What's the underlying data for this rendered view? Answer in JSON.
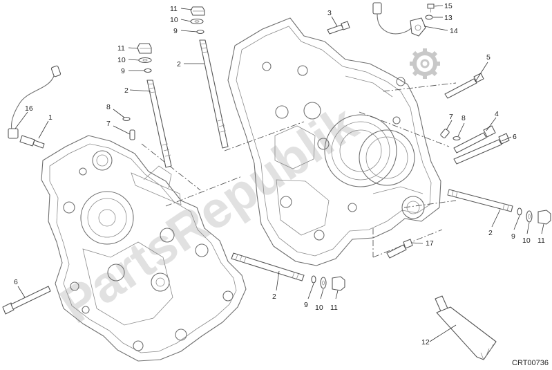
{
  "diagram_code": "CRT00736",
  "watermark": "PartsRepublik",
  "callouts": [
    {
      "id": "c-11-top",
      "text": "11"
    },
    {
      "id": "c-10-top",
      "text": "10"
    },
    {
      "id": "c-9-top",
      "text": "9"
    },
    {
      "id": "c-11-mid",
      "text": "11"
    },
    {
      "id": "c-10-mid",
      "text": "10"
    },
    {
      "id": "c-9-mid",
      "text": "9"
    },
    {
      "id": "c-2-a",
      "text": "2"
    },
    {
      "id": "c-2-b",
      "text": "2"
    },
    {
      "id": "c-3",
      "text": "3"
    },
    {
      "id": "c-15",
      "text": "15"
    },
    {
      "id": "c-13",
      "text": "13"
    },
    {
      "id": "c-14",
      "text": "14"
    },
    {
      "id": "c-5",
      "text": "5"
    },
    {
      "id": "c-16",
      "text": "16"
    },
    {
      "id": "c-1",
      "text": "1"
    },
    {
      "id": "c-8-left",
      "text": "8"
    },
    {
      "id": "c-7-left",
      "text": "7"
    },
    {
      "id": "c-7-right",
      "text": "7"
    },
    {
      "id": "c-8-right",
      "text": "8"
    },
    {
      "id": "c-4",
      "text": "4"
    },
    {
      "id": "c-6-right",
      "text": "6"
    },
    {
      "id": "c-2-right",
      "text": "2"
    },
    {
      "id": "c-9-right",
      "text": "9"
    },
    {
      "id": "c-10-right",
      "text": "10"
    },
    {
      "id": "c-11-right",
      "text": "11"
    },
    {
      "id": "c-17",
      "text": "17"
    },
    {
      "id": "c-6-left",
      "text": "6"
    },
    {
      "id": "c-2-bottom",
      "text": "2"
    },
    {
      "id": "c-9-bottom",
      "text": "9"
    },
    {
      "id": "c-10-bottom",
      "text": "10"
    },
    {
      "id": "c-11-bottom",
      "text": "11"
    },
    {
      "id": "c-12",
      "text": "12"
    }
  ]
}
